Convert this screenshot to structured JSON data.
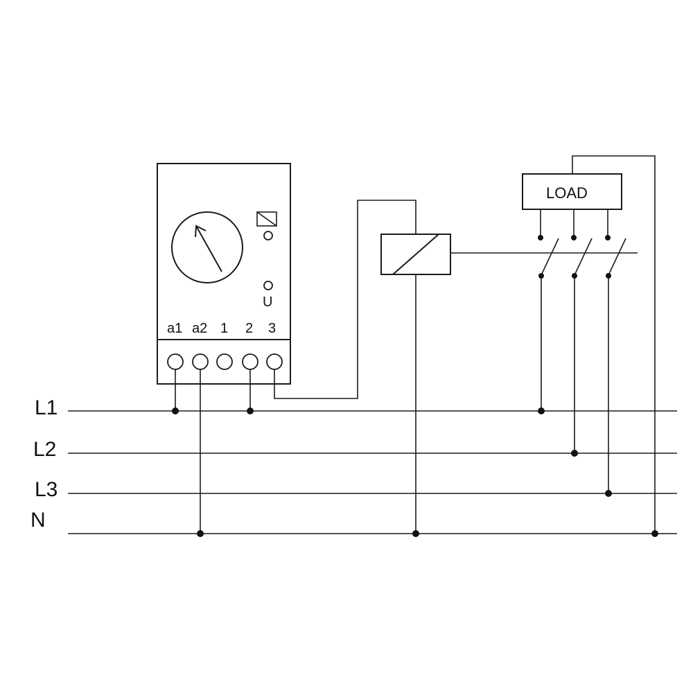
{
  "buses": {
    "l1": "L1",
    "l2": "L2",
    "l3": "L3",
    "n": "N"
  },
  "relay_device": {
    "terminals": {
      "a1": "a1",
      "a2": "a2",
      "t1": "1",
      "t2": "2",
      "t3": "3"
    },
    "voltage_indicator_label": "U"
  },
  "load": {
    "label": "LOAD"
  },
  "colors": {
    "line": "#1a1a1a",
    "background": "#ffffff"
  }
}
